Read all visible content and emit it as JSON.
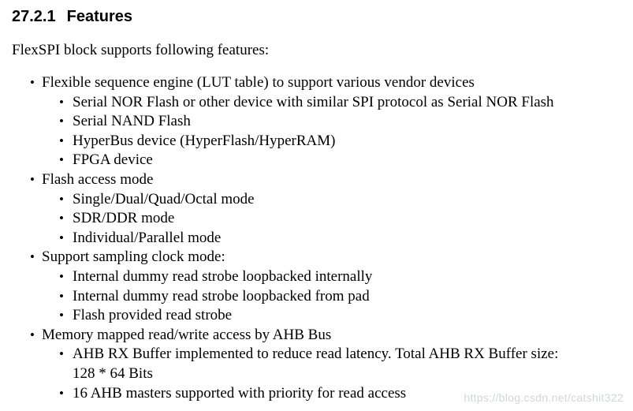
{
  "heading": {
    "number": "27.2.1",
    "title": "Features"
  },
  "intro": "FlexSPI block supports following features:",
  "features": [
    {
      "text": "Flexible sequence engine (LUT table) to support various vendor devices",
      "children": [
        "Serial NOR Flash or other device with similar SPI protocol as Serial NOR Flash",
        "Serial NAND Flash",
        "HyperBus device (HyperFlash/HyperRAM)",
        "FPGA device"
      ]
    },
    {
      "text": "Flash access mode",
      "children": [
        "Single/Dual/Quad/Octal mode",
        "SDR/DDR mode",
        "Individual/Parallel mode"
      ]
    },
    {
      "text": "Support sampling clock mode:",
      "children": [
        "Internal dummy read strobe loopbacked internally",
        "Internal dummy read strobe loopbacked from pad",
        "Flash provided read strobe"
      ]
    },
    {
      "text": "Memory mapped read/write access by AHB Bus",
      "children": [
        "AHB RX Buffer implemented to reduce read latency. Total AHB RX Buffer size: 128 * 64 Bits",
        "16 AHB masters supported with priority for read access"
      ]
    }
  ],
  "watermark": "https://blog.csdn.net/catshit322",
  "colors": {
    "text": "#000000",
    "background": "#ffffff",
    "watermark": "#d3d6d8"
  }
}
